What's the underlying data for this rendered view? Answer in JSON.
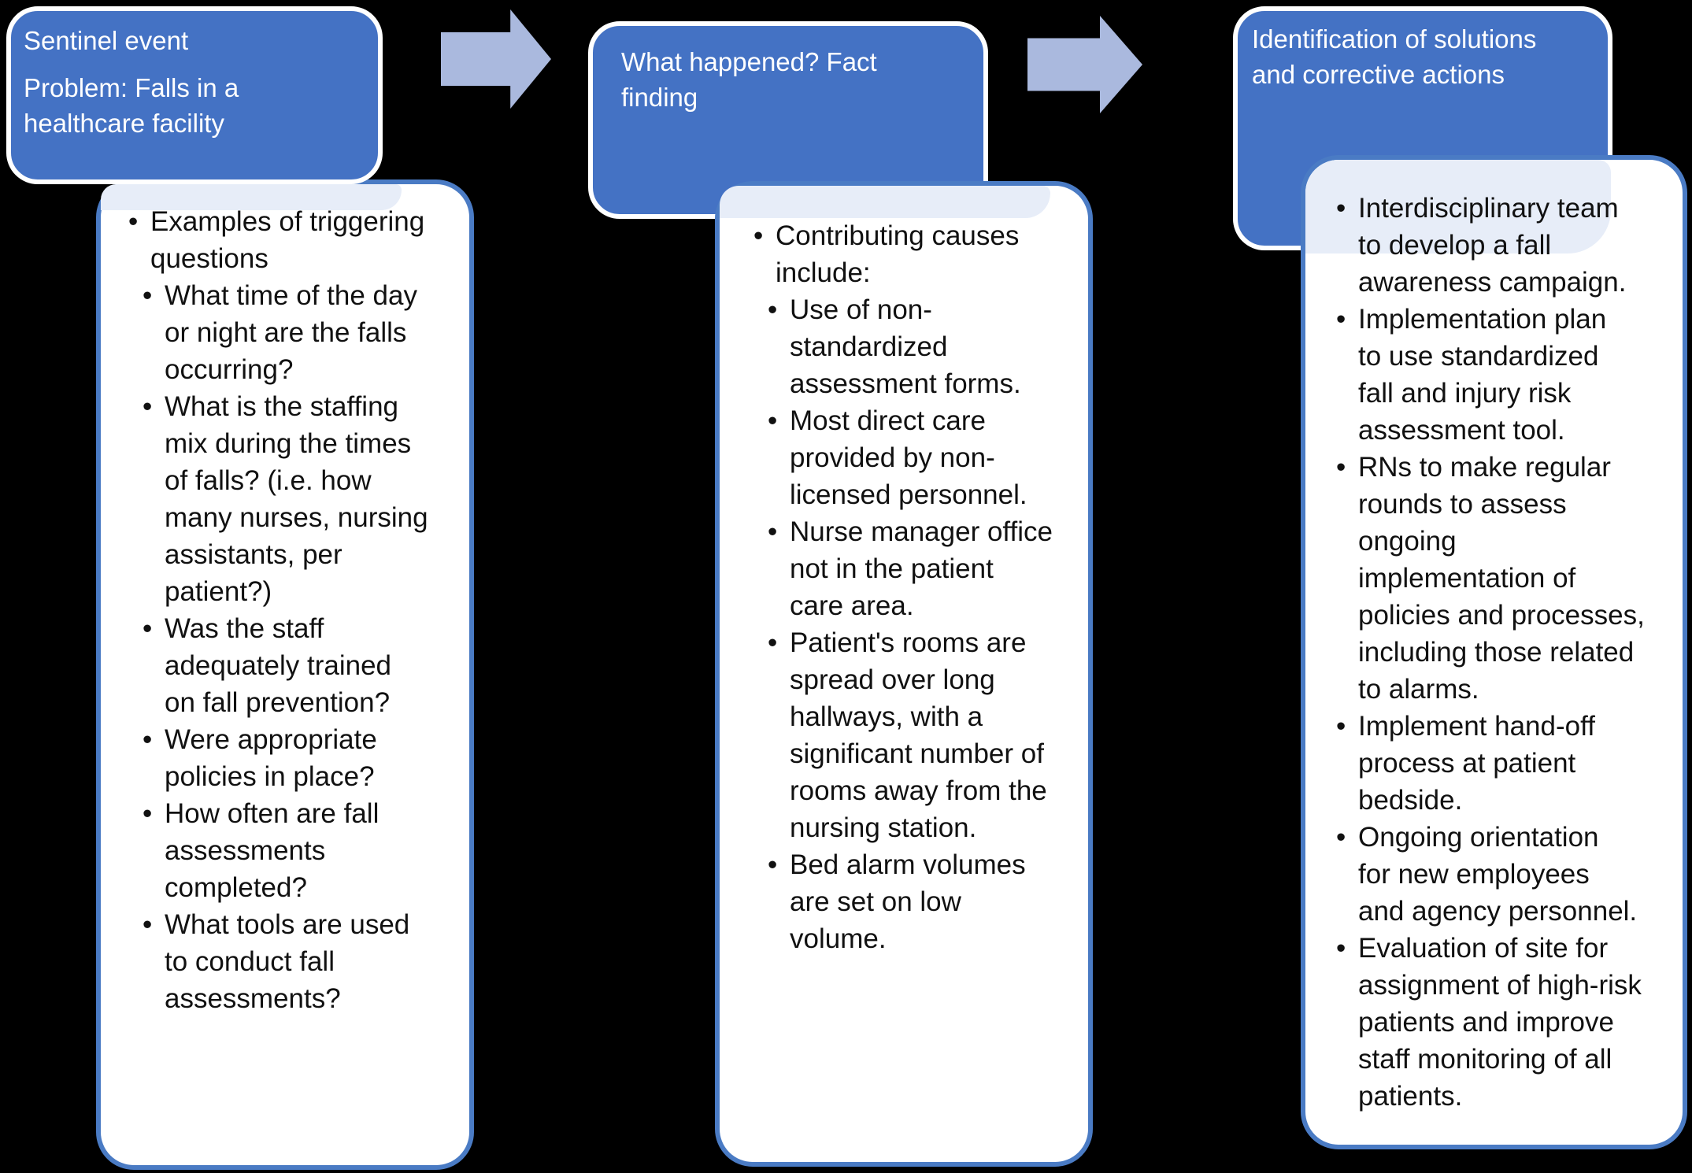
{
  "colors": {
    "background": "#000000",
    "box-fill": "#4472c4",
    "box-border": "#ffffff",
    "panel-border": "#4a7bc4",
    "panel-bg": "#ffffff",
    "band": "#e7edf8",
    "arrow": "#aab9de",
    "title-text": "#ffffff",
    "body-text": "#111111"
  },
  "diagram": {
    "type": "process-flow-smartart",
    "bullet_glyph": "•",
    "arrows": [
      {
        "name": "arrow-1",
        "direction": "right"
      },
      {
        "name": "arrow-2",
        "direction": "right"
      }
    ],
    "columns": [
      {
        "title_lines": [
          "Sentinel event",
          "Problem: Falls in a\nhealthcare facility"
        ],
        "bullets": [
          {
            "level": 1,
            "text": "Examples of triggering\nquestions"
          },
          {
            "level": 2,
            "text": "What time of the day\nor night are the falls\noccurring?"
          },
          {
            "level": 2,
            "text": "What is the staffing\nmix during the times\nof falls? (i.e. how\nmany nurses, nursing\nassistants, per\npatient?)"
          },
          {
            "level": 2,
            "text": "Was the staff\nadequately trained\non fall prevention?"
          },
          {
            "level": 2,
            "text": "Were appropriate\npolicies in place?"
          },
          {
            "level": 2,
            "text": "How often are fall\nassessments\ncompleted?"
          },
          {
            "level": 2,
            "text": "What tools are used\nto conduct fall\nassessments?"
          }
        ]
      },
      {
        "title_lines": [
          "What happened? Fact\nfinding"
        ],
        "bullets": [
          {
            "level": 1,
            "text": "Contributing causes\ninclude:"
          },
          {
            "level": 2,
            "text": "Use of non-\nstandardized\nassessment forms."
          },
          {
            "level": 2,
            "text": "Most direct care\nprovided by non-\nlicensed personnel."
          },
          {
            "level": 2,
            "text": "Nurse manager office\nnot in the patient\ncare area."
          },
          {
            "level": 2,
            "text": "Patient's rooms are\nspread over long\nhallways, with a\nsignificant number of\nrooms away from the\nnursing station."
          },
          {
            "level": 2,
            "text": "Bed alarm volumes\nare set on low\nvolume."
          }
        ]
      },
      {
        "title_lines": [
          "Identification of solutions\nand corrective actions"
        ],
        "bullets": [
          {
            "level": 1,
            "text": "Interdisciplinary team\nto develop a fall\nawareness campaign."
          },
          {
            "level": 1,
            "text": "Implementation plan\nto use standardized\nfall and injury risk\nassessment tool."
          },
          {
            "level": 1,
            "text": "RNs to make regular\nrounds to assess\nongoing\nimplementation of\npolicies and processes,\nincluding those related\nto alarms."
          },
          {
            "level": 1,
            "text": "Implement hand-off\nprocess at patient\nbedside."
          },
          {
            "level": 1,
            "text": "Ongoing orientation\nfor new employees\nand agency personnel."
          },
          {
            "level": 1,
            "text": "Evaluation of site for\nassignment of high-risk\npatients and improve\nstaff monitoring of all\npatients."
          }
        ]
      }
    ]
  }
}
